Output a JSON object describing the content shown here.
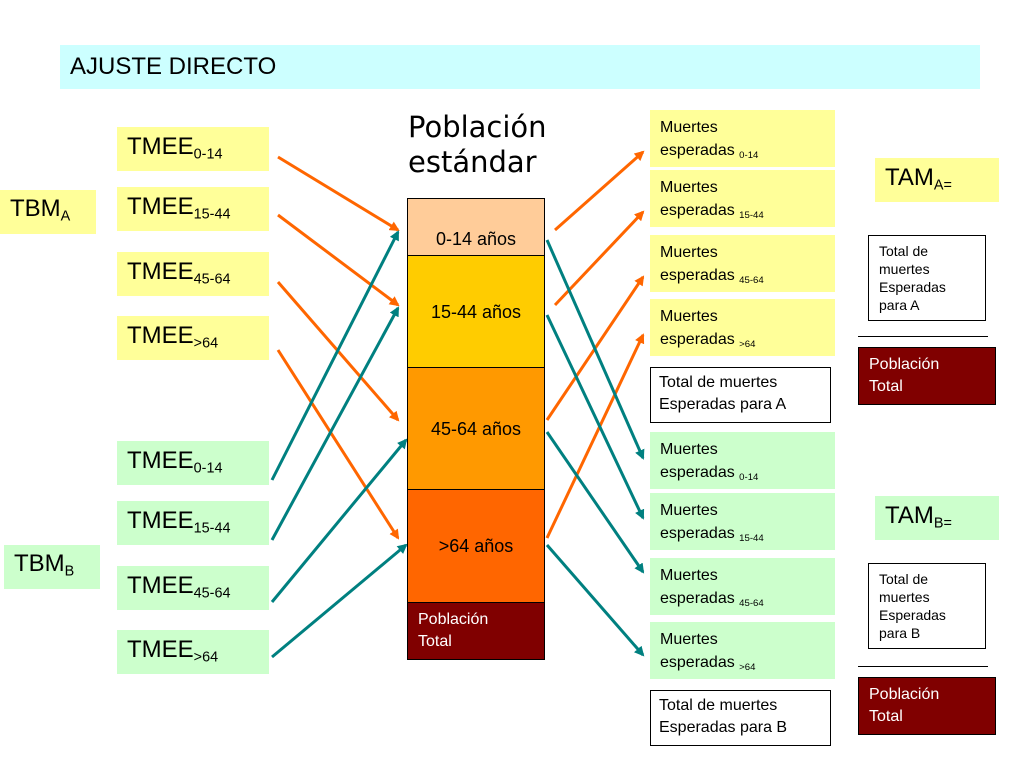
{
  "title": "AJUSTE DIRECTO",
  "poblacion": {
    "line1": "Población",
    "line2": "estándar"
  },
  "segments": [
    {
      "label": "0-14 años",
      "color": "#ffcc99"
    },
    {
      "label": "15-44 años",
      "color": "#ffcc00"
    },
    {
      "label": "45-64 años",
      "color": "#ff9900"
    },
    {
      "label": ">64 años",
      "color": "#ff6600"
    }
  ],
  "poblacion_total": {
    "line1": "Población",
    "line2": "Total"
  },
  "group_a": {
    "tbm": {
      "base": "TBM",
      "sub": "A"
    },
    "tmee": [
      {
        "base": "TMEE",
        "sub": "0-14"
      },
      {
        "base": "TMEE",
        "sub": "15-44"
      },
      {
        "base": "TMEE",
        "sub": "45-64"
      },
      {
        "base": "TMEE",
        "sub": ">64"
      }
    ],
    "muertes": [
      {
        "line1": "Muertes",
        "line2": "esperadas",
        "sub": "0-14"
      },
      {
        "line1": "Muertes",
        "line2": "esperadas",
        "sub": "15-44"
      },
      {
        "line1": "Muertes",
        "line2": "esperadas",
        "sub": "45-64"
      },
      {
        "line1": "Muertes",
        "line2": "esperadas",
        "sub": ">64"
      }
    ],
    "total": {
      "line1": "Total de muertes",
      "line2": "Esperadas para A"
    },
    "tam": {
      "base": "TAM",
      "sub": "A="
    },
    "fraction_top": [
      "Total de",
      "muertes",
      "Esperadas",
      "para A"
    ],
    "fraction_bottom": {
      "line1": "Población",
      "line2": "Total"
    }
  },
  "group_b": {
    "tbm": {
      "base": "TBM",
      "sub": "B"
    },
    "tmee": [
      {
        "base": "TMEE",
        "sub": "0-14"
      },
      {
        "base": "TMEE",
        "sub": "15-44"
      },
      {
        "base": "TMEE",
        "sub": "45-64"
      },
      {
        "base": "TMEE",
        "sub": ">64"
      }
    ],
    "muertes": [
      {
        "line1": "Muertes",
        "line2": "esperadas",
        "sub": "0-14"
      },
      {
        "line1": "Muertes",
        "line2": "esperadas",
        "sub": "15-44"
      },
      {
        "line1": "Muertes",
        "line2": "esperadas",
        "sub": "45-64"
      },
      {
        "line1": "Muertes",
        "line2": "esperadas",
        "sub": ">64"
      }
    ],
    "total": {
      "line1": "Total de muertes",
      "line2": "Esperadas para B"
    },
    "tam": {
      "base": "TAM",
      "sub": "B="
    },
    "fraction_top": [
      "Total de",
      "muertes",
      "Esperadas",
      "para B"
    ],
    "fraction_bottom": {
      "line1": "Población",
      "line2": "Total"
    }
  },
  "colors": {
    "arrow_a": "#ff6600",
    "arrow_b": "#008080",
    "poblacion_total_bg": "#800000"
  }
}
